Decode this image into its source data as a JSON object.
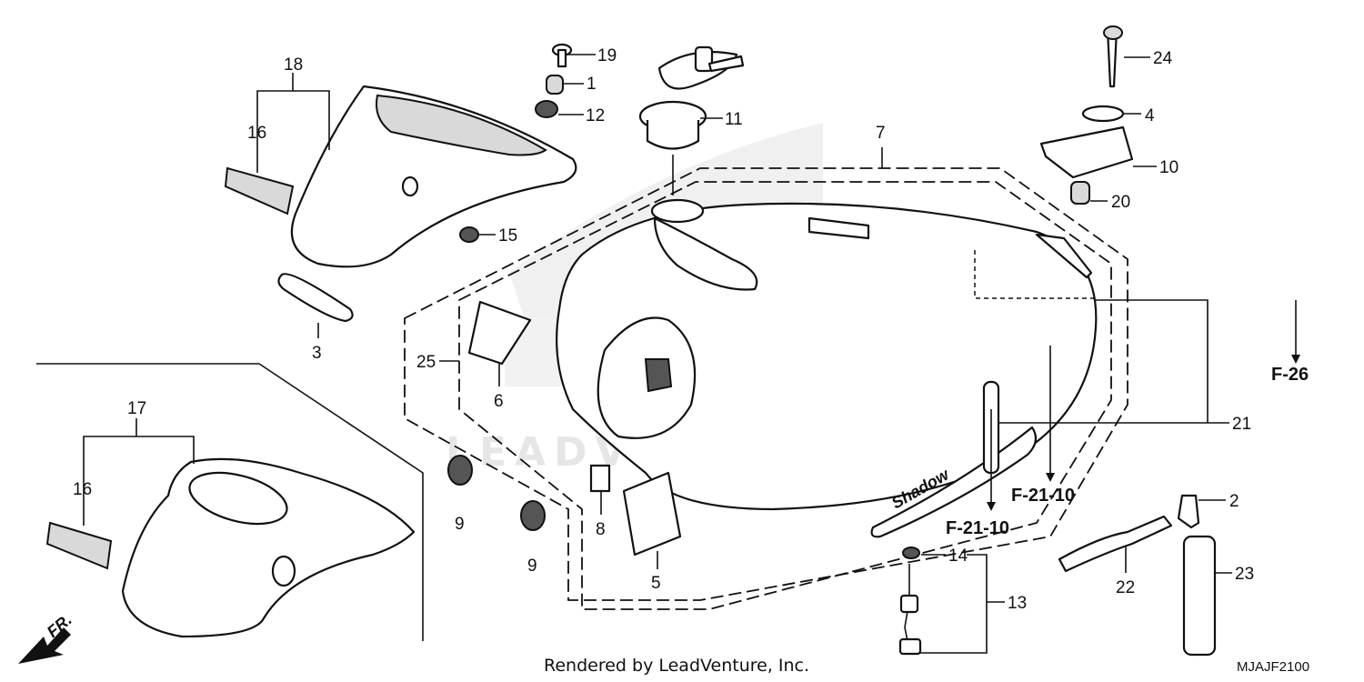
{
  "labels": {
    "n1": "1",
    "n2": "2",
    "n3": "3",
    "n4": "4",
    "n5": "5",
    "n6": "6",
    "n7": "7",
    "n8": "8",
    "n9a": "9",
    "n9b": "9",
    "n10": "10",
    "n11": "11",
    "n12": "12",
    "n13": "13",
    "n14": "14",
    "n15": "15",
    "n16a": "16",
    "n16b": "16",
    "n17": "17",
    "n18": "18",
    "n19": "19",
    "n20": "20",
    "n21": "21",
    "n22": "22",
    "n23": "23",
    "n24": "24",
    "n25": "25"
  },
  "refs": {
    "f26": "F-26",
    "f2110a": "F-21-10",
    "f2110b": "F-21-10"
  },
  "direction": "FR.",
  "watermark": "LEADVENTURE",
  "footer": "Rendered by LeadVenture, Inc.",
  "diagram_code": "MJAJF2100",
  "emblem_script": "Shadow"
}
